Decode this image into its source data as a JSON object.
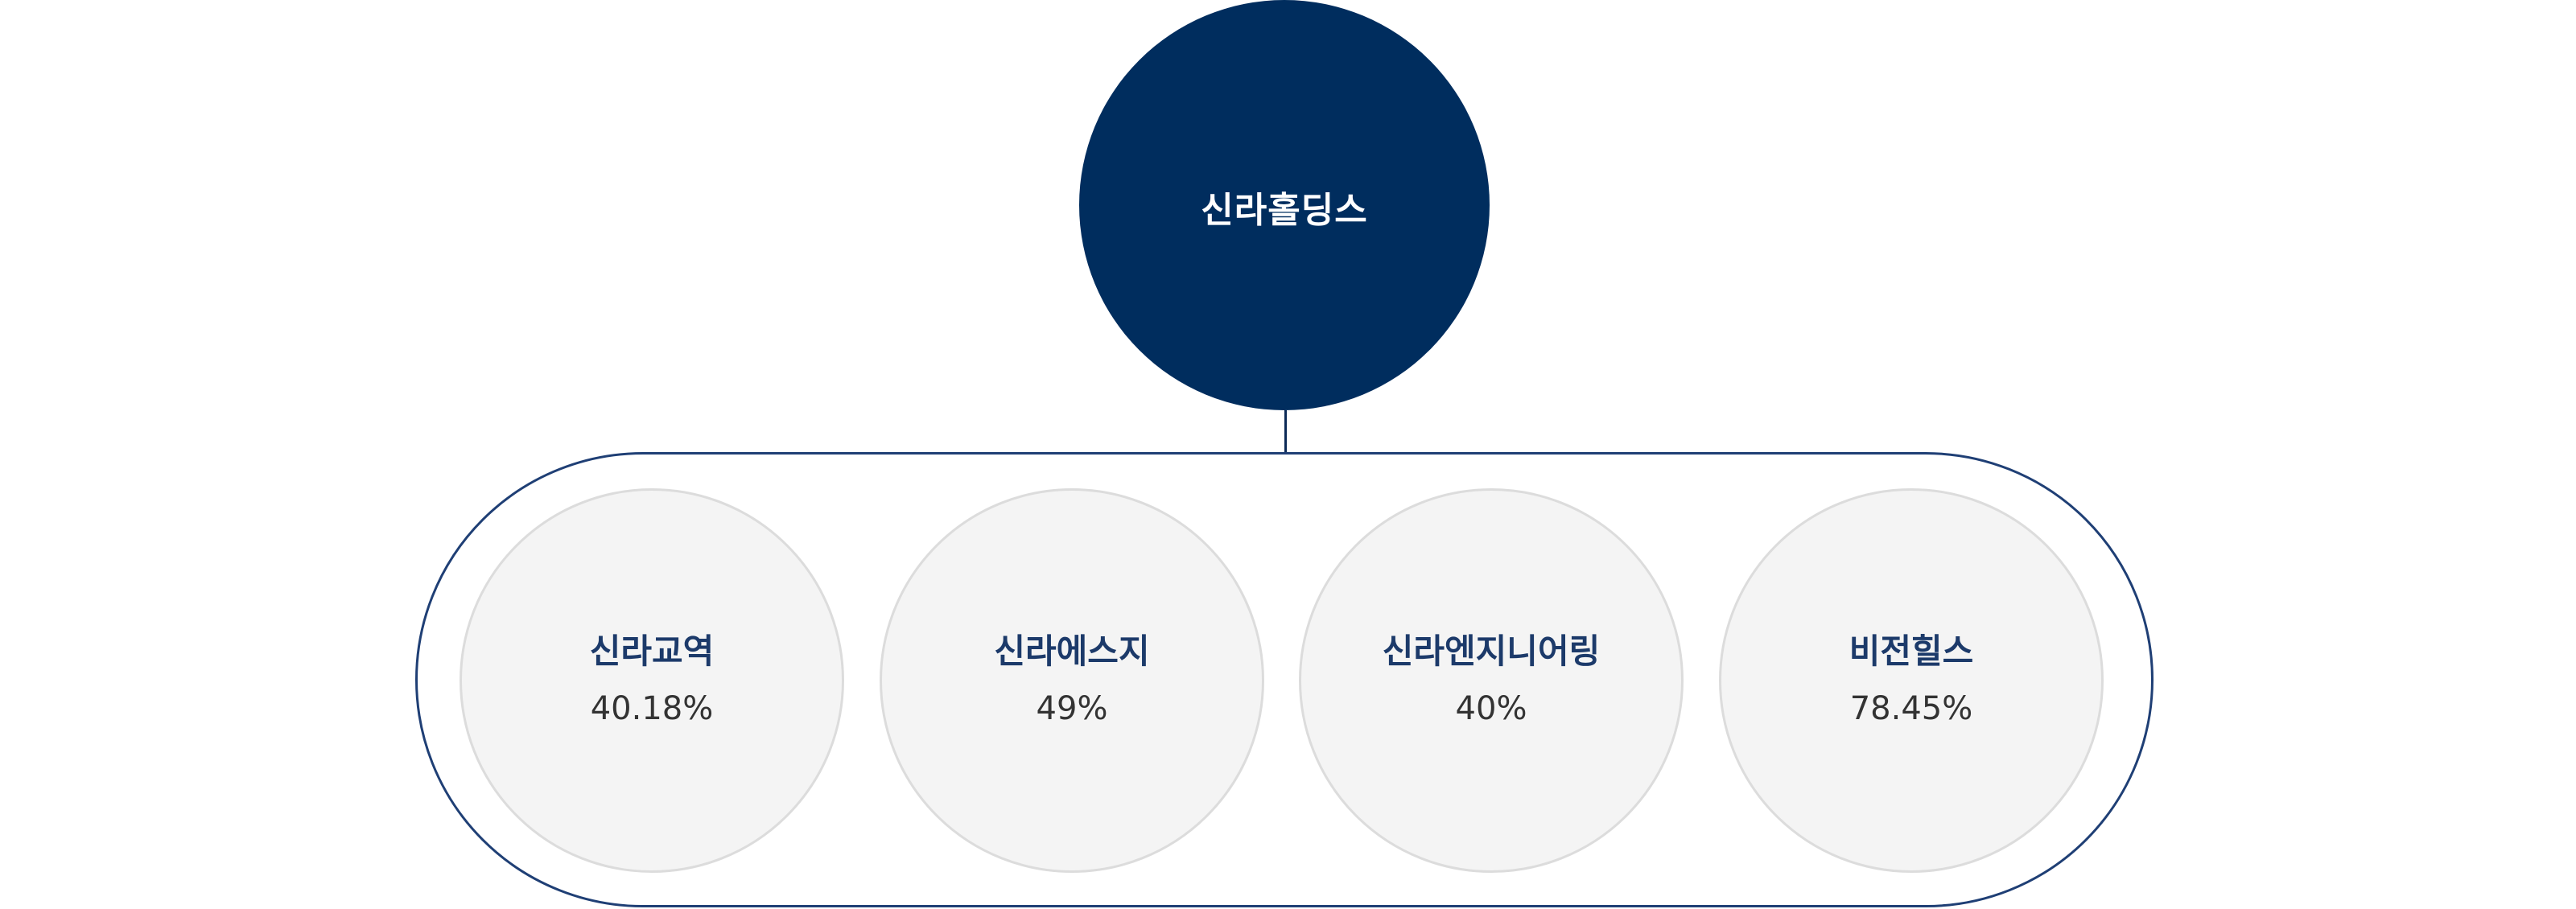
{
  "colors": {
    "parent_fill": "#002d5e",
    "connector": "#0c2a57",
    "container_border": "#1f3f75",
    "sub_fill": "#f4f4f4",
    "sub_border": "#dcdcdc",
    "sub_name_text": "#1c3a6a",
    "sub_pct_text": "#333333"
  },
  "parent": {
    "name": "신라홀딩스"
  },
  "subsidiaries": [
    {
      "name": "신라교역",
      "stake": "40.18%"
    },
    {
      "name": "신라에스지",
      "stake": "49%"
    },
    {
      "name": "신라엔지니어링",
      "stake": "40%"
    },
    {
      "name": "비전힐스",
      "stake": "78.45%"
    }
  ]
}
